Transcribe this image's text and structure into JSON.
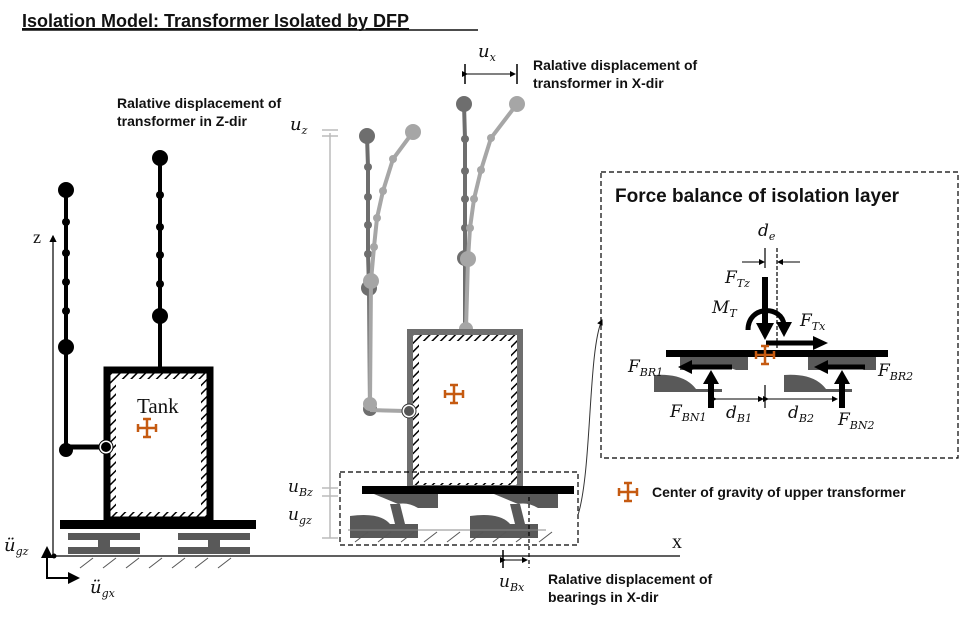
{
  "title": "Isolation Model: Transformer Isolated by DFP",
  "labels": {
    "z_dir_line1": "Ralative displacement of",
    "z_dir_line2": "transformer in Z-dir",
    "x_dir_line1": "Ralative displacement of",
    "x_dir_line2": "transformer in X-dir",
    "bearing_line1": "Ralative displacement of",
    "bearing_line2": "bearings in X-dir",
    "tank": "Tank",
    "axis_z": "z",
    "axis_x": "x",
    "cog_legend": "Center of gravity of upper transformer",
    "force_title": "Force balance of isolation layer"
  },
  "symbols": {
    "u_z": {
      "base": "u",
      "sub": "z"
    },
    "u_x": {
      "base": "u",
      "sub": "x"
    },
    "u_Bz": {
      "base": "u",
      "sub": "Bz"
    },
    "u_gz": {
      "base": "u",
      "sub": "gz"
    },
    "u_Bx": {
      "base": "u",
      "sub": "Bx"
    },
    "acc_gz": {
      "base": "ü",
      "sub": "gz"
    },
    "acc_gx": {
      "base": "ü",
      "sub": "gx"
    },
    "d_e": {
      "base": "d",
      "sub": "e"
    },
    "F_Tz": {
      "base": "F",
      "sub": "Tz"
    },
    "F_Tx": {
      "base": "F",
      "sub": "Tx"
    },
    "M_T": {
      "base": "M",
      "sub": "T"
    },
    "F_BR1": {
      "base": "F",
      "sub": "BR1"
    },
    "F_BR2": {
      "base": "F",
      "sub": "BR2"
    },
    "F_BN1": {
      "base": "F",
      "sub": "BN1"
    },
    "F_BN2": {
      "base": "F",
      "sub": "BN2"
    },
    "d_B1": {
      "base": "d",
      "sub": "B1"
    },
    "d_B2": {
      "base": "d",
      "sub": "B2"
    }
  },
  "colors": {
    "cog": "#c55a11",
    "bearing": "#595959",
    "displaced": "#a6a6a6",
    "original": "#6e6e6e"
  }
}
